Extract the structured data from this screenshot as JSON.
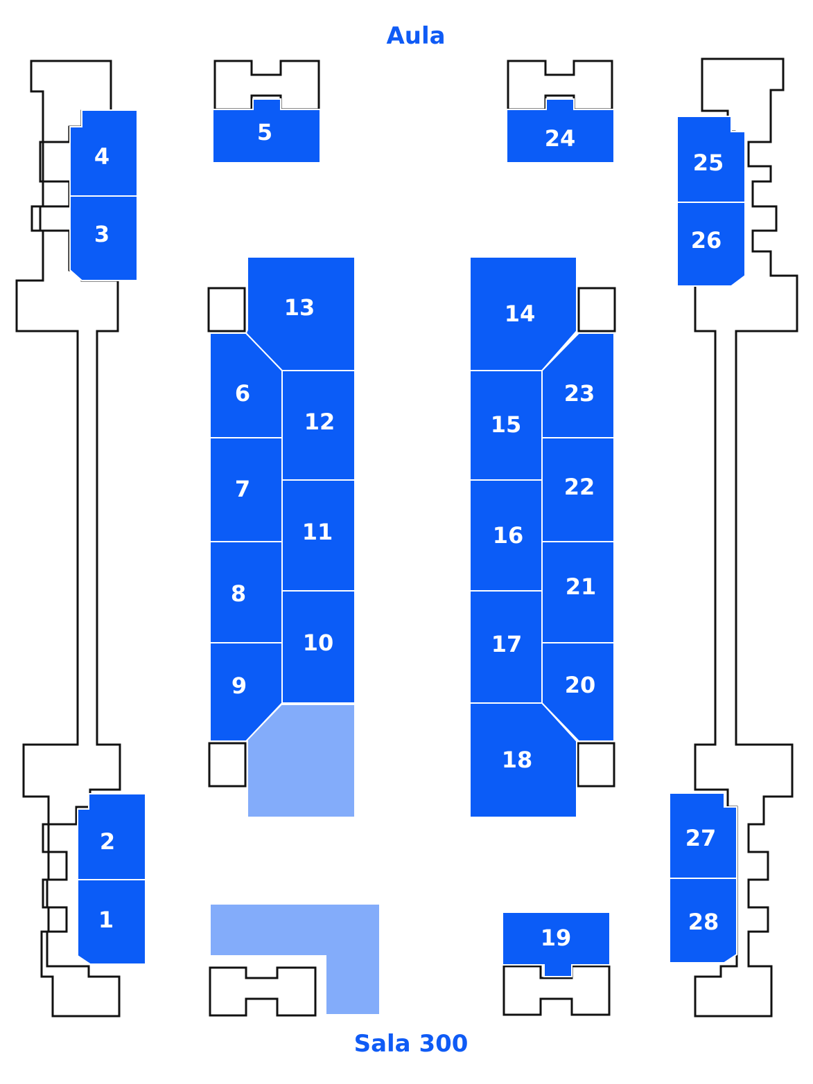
{
  "labels": {
    "top": "Aula",
    "bottom": "Sala 300"
  },
  "colors": {
    "booth": "#0b5cf7",
    "reserved": "#83acfa",
    "label": "#0f5bf5",
    "wall": "#111111"
  },
  "booths": [
    {
      "id": "booth-1",
      "label": "1"
    },
    {
      "id": "booth-2",
      "label": "2"
    },
    {
      "id": "booth-3",
      "label": "3"
    },
    {
      "id": "booth-4",
      "label": "4"
    },
    {
      "id": "booth-5",
      "label": "5"
    },
    {
      "id": "booth-6",
      "label": "6"
    },
    {
      "id": "booth-7",
      "label": "7"
    },
    {
      "id": "booth-8",
      "label": "8"
    },
    {
      "id": "booth-9",
      "label": "9"
    },
    {
      "id": "booth-10",
      "label": "10"
    },
    {
      "id": "booth-11",
      "label": "11"
    },
    {
      "id": "booth-12",
      "label": "12"
    },
    {
      "id": "booth-13",
      "label": "13"
    },
    {
      "id": "booth-14",
      "label": "14"
    },
    {
      "id": "booth-15",
      "label": "15"
    },
    {
      "id": "booth-16",
      "label": "16"
    },
    {
      "id": "booth-17",
      "label": "17"
    },
    {
      "id": "booth-18",
      "label": "18"
    },
    {
      "id": "booth-19",
      "label": "19"
    },
    {
      "id": "booth-20",
      "label": "20"
    },
    {
      "id": "booth-21",
      "label": "21"
    },
    {
      "id": "booth-22",
      "label": "22"
    },
    {
      "id": "booth-23",
      "label": "23"
    },
    {
      "id": "booth-24",
      "label": "24"
    },
    {
      "id": "booth-25",
      "label": "25"
    },
    {
      "id": "booth-26",
      "label": "26"
    },
    {
      "id": "booth-27",
      "label": "27"
    },
    {
      "id": "booth-28",
      "label": "28"
    }
  ]
}
